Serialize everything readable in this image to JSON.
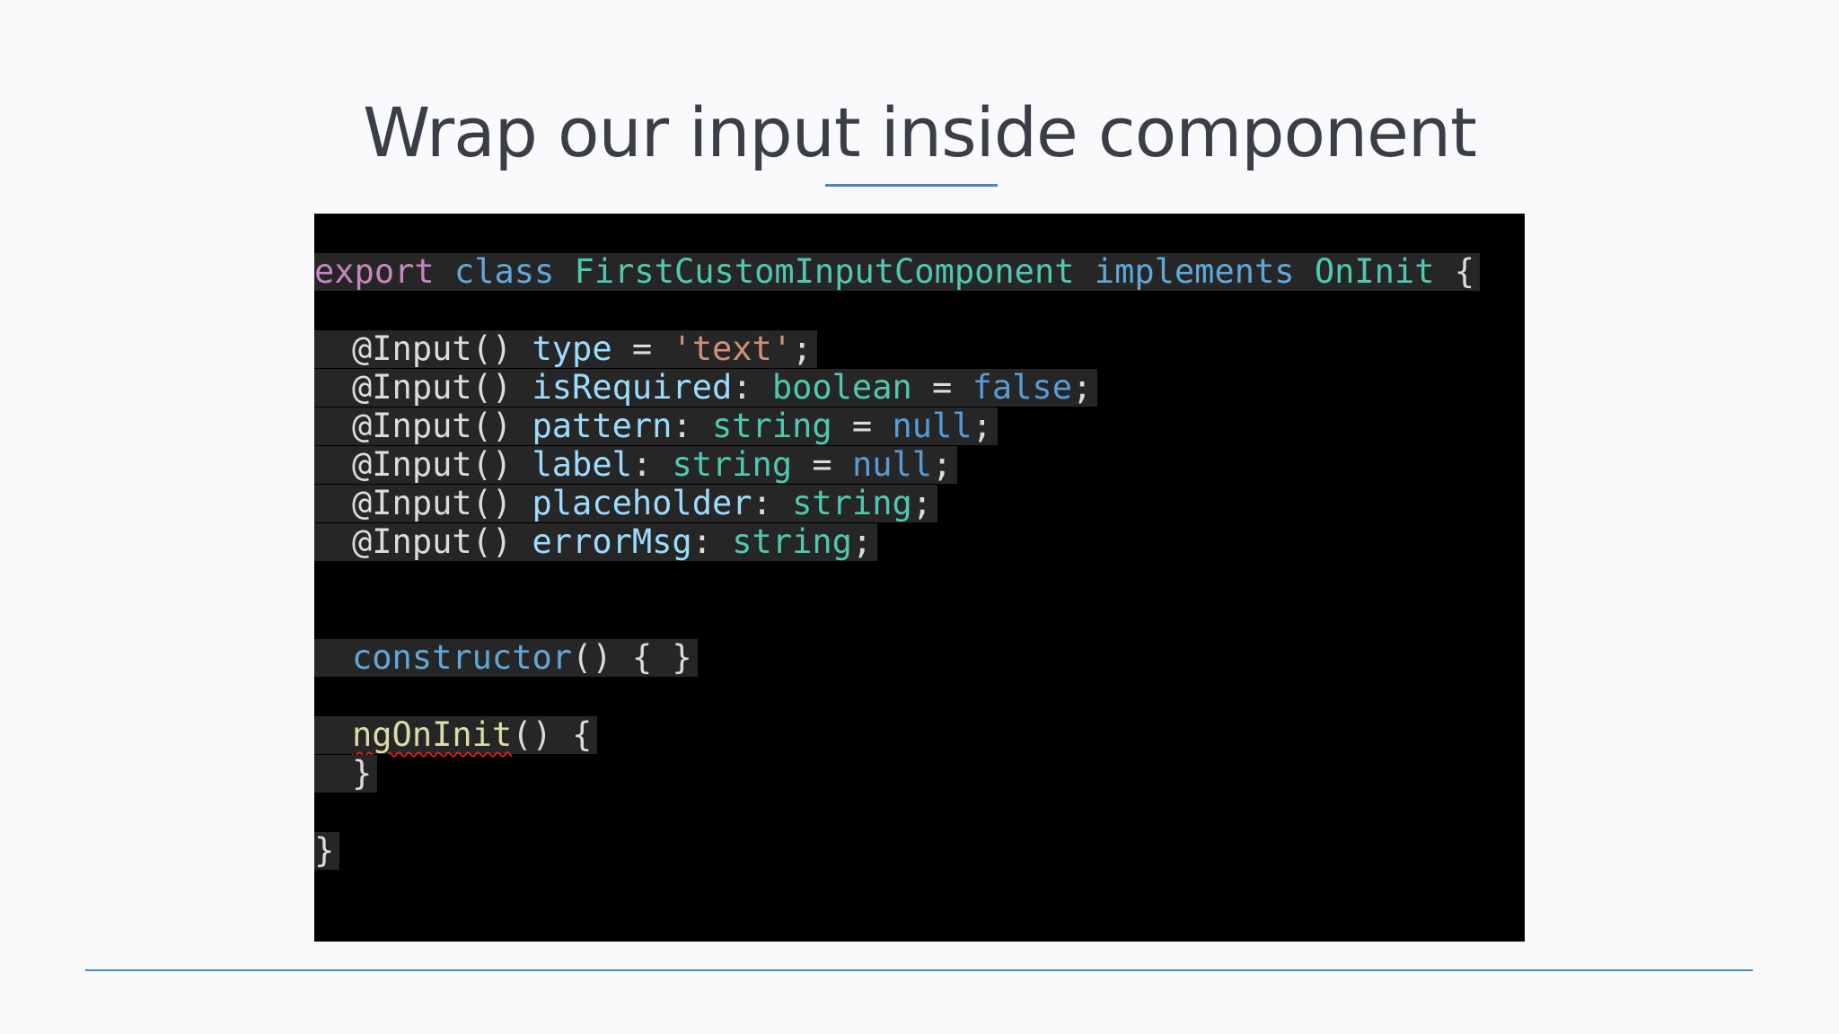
{
  "slide": {
    "title": "Wrap our input inside component"
  },
  "code": {
    "line1": {
      "export": "export",
      "class": "class",
      "name": "FirstCustomInputComponent",
      "implements": "implements",
      "iface": "OnInit",
      "brace": "{"
    },
    "inputs": [
      {
        "decorator": "@Input()",
        "prop": "type",
        "sep": " = ",
        "type": "",
        "value": "'text'",
        "end": ";"
      },
      {
        "decorator": "@Input()",
        "prop": "isRequired",
        "sep": ": ",
        "type": "boolean",
        "eq": " = ",
        "value": "false",
        "end": ";"
      },
      {
        "decorator": "@Input()",
        "prop": "pattern",
        "sep": ": ",
        "type": "string",
        "eq": " = ",
        "value": "null",
        "end": ";"
      },
      {
        "decorator": "@Input()",
        "prop": "label",
        "sep": ": ",
        "type": "string",
        "eq": " = ",
        "value": "null",
        "end": ";"
      },
      {
        "decorator": "@Input()",
        "prop": "placeholder",
        "sep": ": ",
        "type": "string",
        "end": ";"
      },
      {
        "decorator": "@Input()",
        "prop": "errorMsg",
        "sep": ": ",
        "type": "string",
        "end": ";"
      }
    ],
    "constructor": {
      "name": "constructor",
      "rest": "() { }"
    },
    "ngOnInit": {
      "name": "ngOnInit",
      "rest": "() {",
      "close": "}"
    },
    "class_close": "}"
  }
}
